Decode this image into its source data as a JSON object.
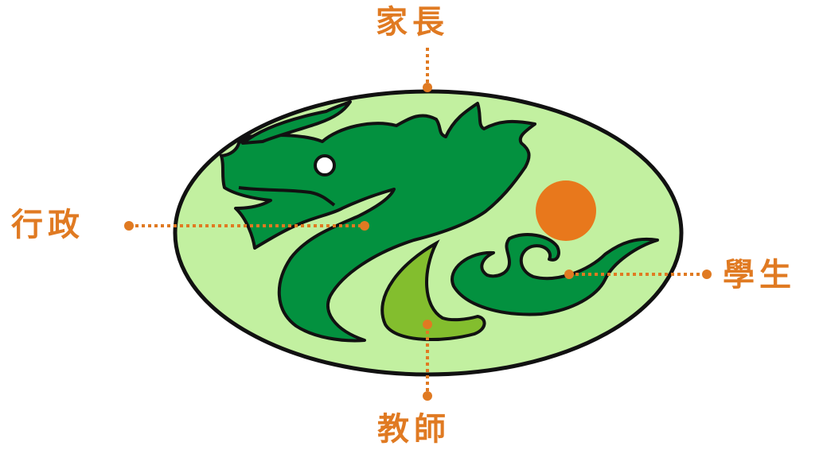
{
  "colors": {
    "label": "#E07A22",
    "connector": "#E07A22",
    "circle_fill": "#C2F0A0",
    "circle_stroke": "#111111",
    "dragon_dark": "#03913F",
    "dragon_light": "#83BE2E",
    "pearl": "#E8781C",
    "eye": "#FFFFFF"
  },
  "labels": {
    "top": "家長",
    "left": "行政",
    "right": "學生",
    "bottom": "教師"
  },
  "icons": {
    "logo": "dragon-emblem-icon"
  }
}
